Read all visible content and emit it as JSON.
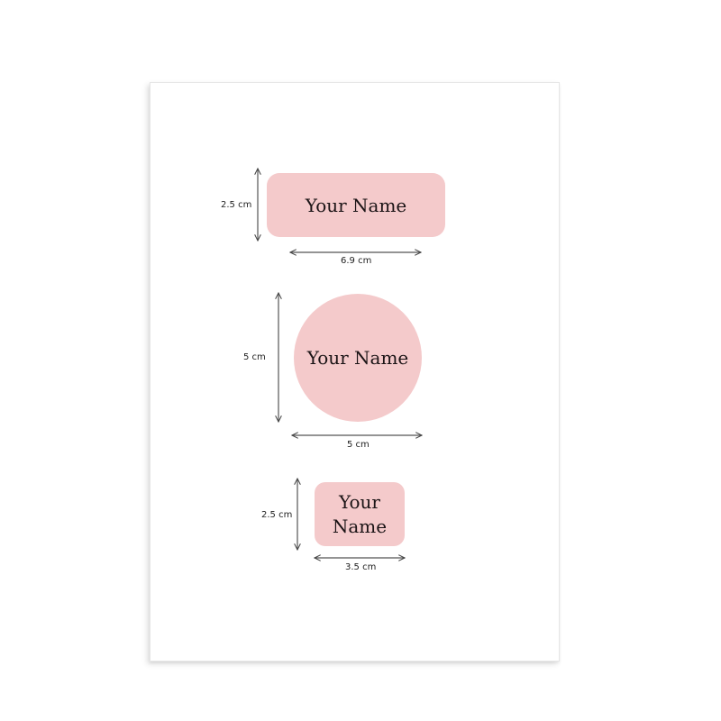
{
  "colors": {
    "label_fill": "#f4cacb",
    "arrow": "#444444",
    "text": "#1b1416"
  },
  "labels": [
    {
      "shape": "rounded-rectangle",
      "text": "Your Name",
      "height_dimension": "2.5 cm",
      "width_dimension": "6.9 cm"
    },
    {
      "shape": "circle",
      "text": "Your Name",
      "height_dimension": "5 cm",
      "width_dimension": "5 cm"
    },
    {
      "shape": "small-rounded-rectangle",
      "text_line1": "Your",
      "text_line2": "Name",
      "height_dimension": "2.5 cm",
      "width_dimension": "3.5 cm"
    }
  ]
}
